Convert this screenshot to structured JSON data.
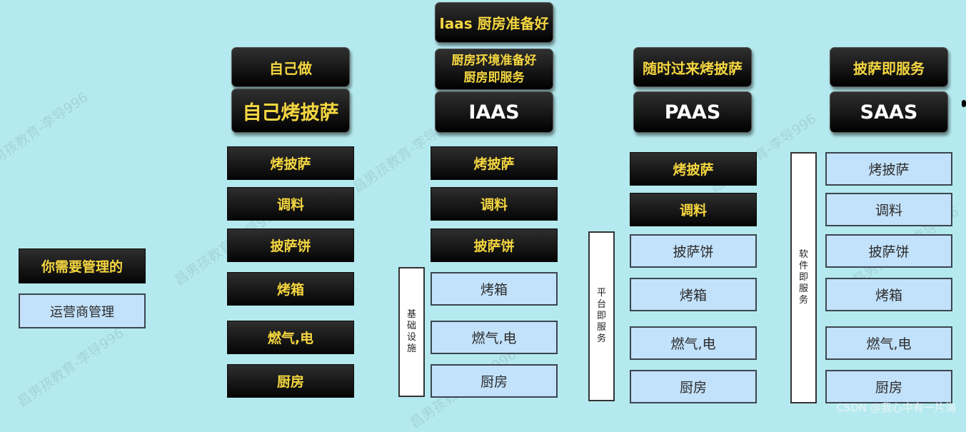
{
  "legend": {
    "managed_by_you": "你需要管理的",
    "managed_by_vendor": "运营商管理"
  },
  "watermark": "昌男孩教育-李导996",
  "footer": "CSDN @我心中有一片海",
  "columns": {
    "self": {
      "top": "自己做",
      "title": "自己烤披萨",
      "layers": [
        "烤披萨",
        "调料",
        "披萨饼",
        "烤箱",
        "燃气,电",
        "厨房"
      ]
    },
    "iaas": {
      "caption": "Iaas 厨房准备好",
      "top_line1": "厨房环境准备好",
      "top_line2": "厨房即服务",
      "title": "IAAS",
      "side_label": "基础设施",
      "layers": [
        "烤披萨",
        "调料",
        "披萨饼",
        "烤箱",
        "燃气,电",
        "厨房"
      ]
    },
    "paas": {
      "top": "随时过来烤披萨",
      "title": "PAAS",
      "side_label": "平台即服务",
      "layers": [
        "烤披萨",
        "调料",
        "披萨饼",
        "烤箱",
        "燃气,电",
        "厨房"
      ]
    },
    "saas": {
      "top": "披萨即服务",
      "title": "SAAS",
      "side_label": "软件即服务",
      "layers": [
        "烤披萨",
        "调料",
        "披萨饼",
        "烤箱",
        "燃气,电",
        "厨房"
      ]
    }
  },
  "colors": {
    "background": "#b4eaef",
    "dark_box": "#111111",
    "dark_text": "#f4d640",
    "light_box": "#c2e1fa"
  }
}
